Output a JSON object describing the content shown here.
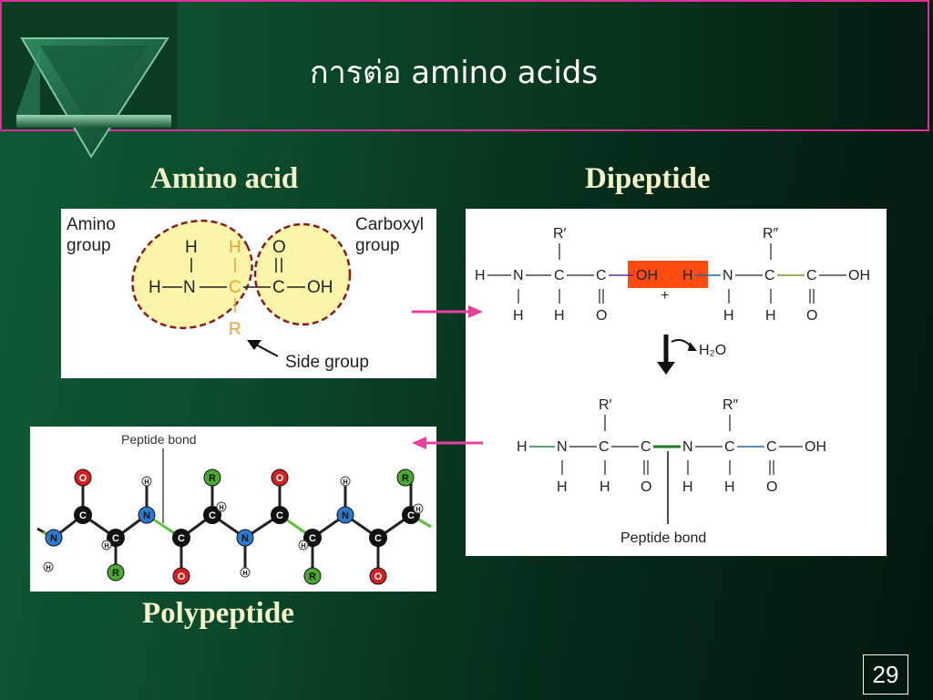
{
  "slide": {
    "title": "การต่อ amino acids",
    "page_number": "29"
  },
  "labels": {
    "amino_acid": "Amino acid",
    "dipeptide": "Dipeptide",
    "polypeptide": "Polypeptide"
  },
  "amino_panel": {
    "amino_group": [
      "Amino",
      "group"
    ],
    "carboxyl_group": [
      "Carboxyl",
      "group"
    ],
    "side_group": "Side group",
    "atoms": {
      "H": "H",
      "N": "N",
      "C": "C",
      "O": "O",
      "OH": "OH",
      "R": "R"
    }
  },
  "dipeptide_panel": {
    "r1": "R′",
    "r2": "R″",
    "water": "H₂O",
    "plus": "+",
    "peptide_bond": "Peptide bond"
  },
  "polypeptide_panel": {
    "peptide_bond": "Peptide bond"
  },
  "colors": {
    "header_border": "#e0309a",
    "arrow": "#e8409e",
    "highlight": "#ff4a10",
    "oval_fill": "#faf5a8",
    "oval_border": "#8a1c1c",
    "central_carbon": "#f0a030",
    "label_text": "#f2f2c8"
  }
}
